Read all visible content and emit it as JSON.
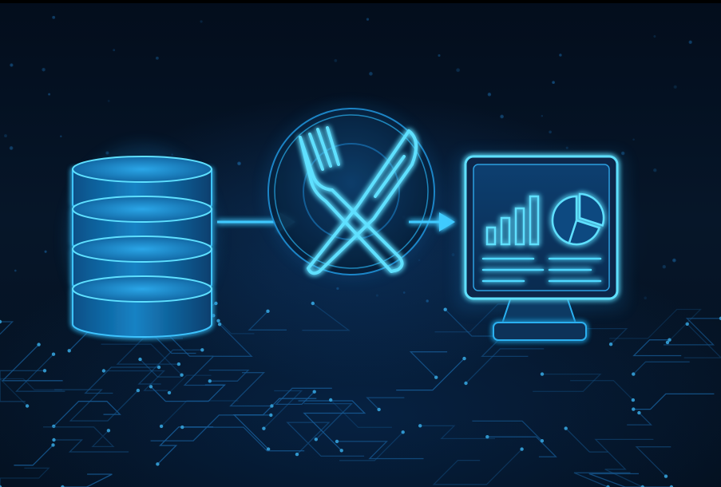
{
  "illustration": {
    "stages": [
      {
        "id": "source",
        "icon": "database-icon"
      },
      {
        "id": "process",
        "icon": "fork-and-knife-icon"
      },
      {
        "id": "output",
        "icon": "dashboard-monitor-icon"
      }
    ],
    "connectors": [
      "arrow-right-icon",
      "arrow-right-icon"
    ],
    "colors": {
      "background": "#020a16",
      "glow": "#1fb6ff",
      "neon": "#4fd8ff",
      "circuit": "#1d6fb3"
    },
    "dashboard_bar_levels": [
      0.35,
      0.55,
      0.75,
      1.0
    ],
    "dashboard_pie_slices": [
      0.3,
      0.25,
      0.45
    ]
  }
}
